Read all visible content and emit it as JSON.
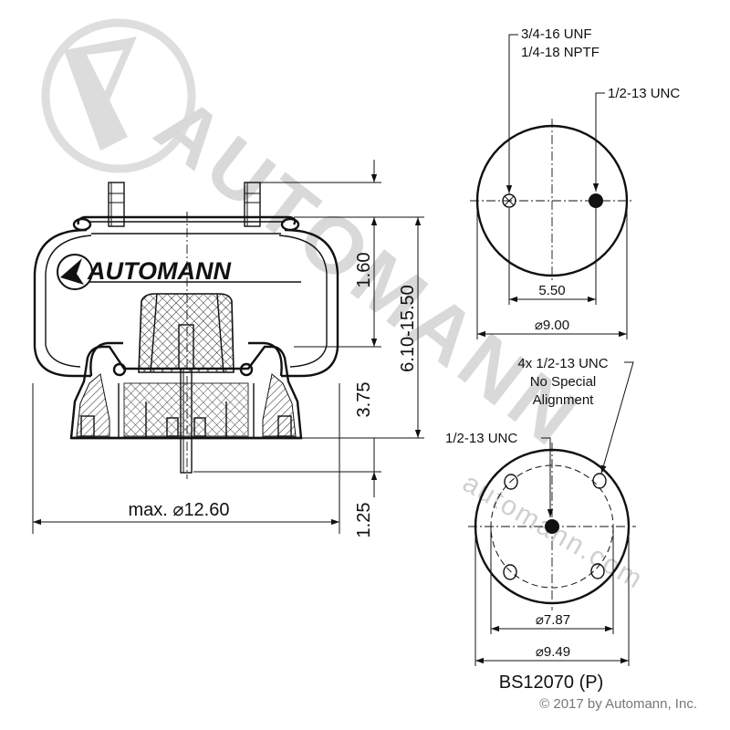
{
  "colors": {
    "line": "#111111",
    "watermark": "#d9d9d9",
    "copyright": "#777777"
  },
  "watermark": {
    "brand": "AUTOMANN",
    "website": "automann.com"
  },
  "side_view": {
    "logo_text": "AUTOMANN",
    "dimensions": {
      "max_diameter": "max. ⌀12.60",
      "top_stud_height": "1.60",
      "height_range": "6.10-15.50",
      "piston_height": "3.75",
      "bottom_stud_length": "1.25"
    }
  },
  "top_view": {
    "callouts": {
      "air_fitting_line1": "3/4-16 UNF",
      "air_fitting_line2": "1/4-18 NPTF",
      "stud": "1/2-13 UNC"
    },
    "dimensions": {
      "stud_spacing": "5.50",
      "plate_diameter": "⌀9.00"
    }
  },
  "bottom_view": {
    "callouts": {
      "bolt_pattern_line1": "4x 1/2-13 UNC",
      "bolt_pattern_line2": "No Special",
      "bolt_pattern_line3": "Alignment",
      "center_stud": "1/2-13 UNC"
    },
    "dimensions": {
      "bolt_circle": "⌀7.87",
      "base_diameter": "⌀9.49"
    }
  },
  "part_number": "BS12070 (P)",
  "copyright": "© 2017 by Automann, Inc."
}
